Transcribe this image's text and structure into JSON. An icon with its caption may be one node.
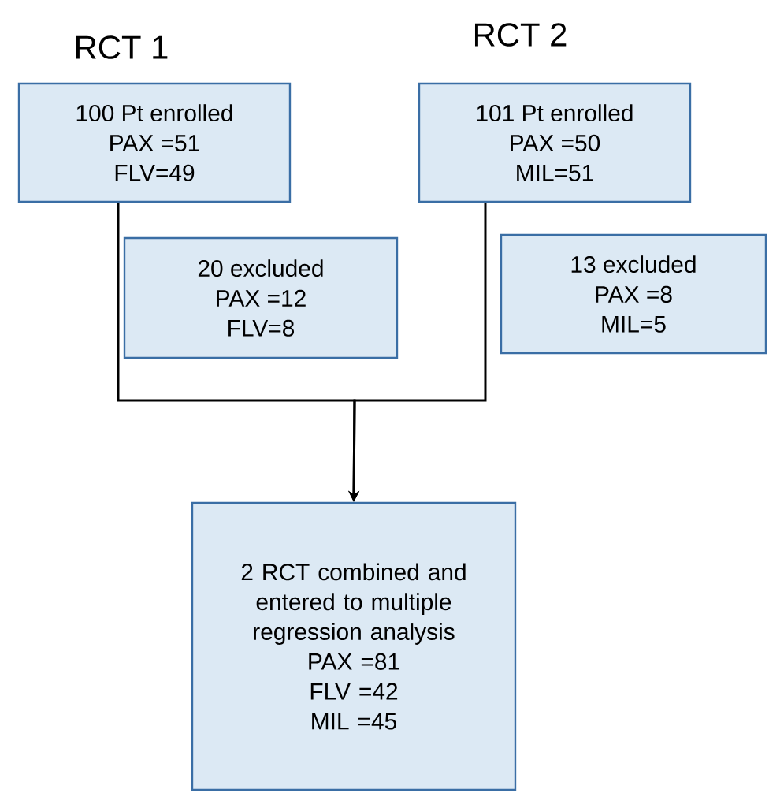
{
  "diagram": {
    "nodes": [
      {
        "text": [
          "RCT 1",
          "100 Pt enrolled",
          "PAX =51",
          "FLV=49"
        ]
      },
      {
        "text": [
          "RCT 2",
          "101 Pt enrolled",
          "PAX =50",
          "MIL=51"
        ]
      },
      {
        "text": [
          "20 excluded",
          "PAX =12",
          "FLV=8"
        ]
      },
      {
        "text": [
          "13 excluded",
          "PAX =8",
          "MIL=5"
        ]
      },
      {
        "text": [
          "2 RCT combined and entered to multiple regression analysis",
          "PAX =81",
          "FLV =42",
          "MIL =45"
        ]
      }
    ],
    "edges": [
      {
        "from": 0,
        "to": 4,
        "arrow": "to"
      },
      {
        "from": 1,
        "to": 4,
        "arrow": "to"
      }
    ]
  }
}
